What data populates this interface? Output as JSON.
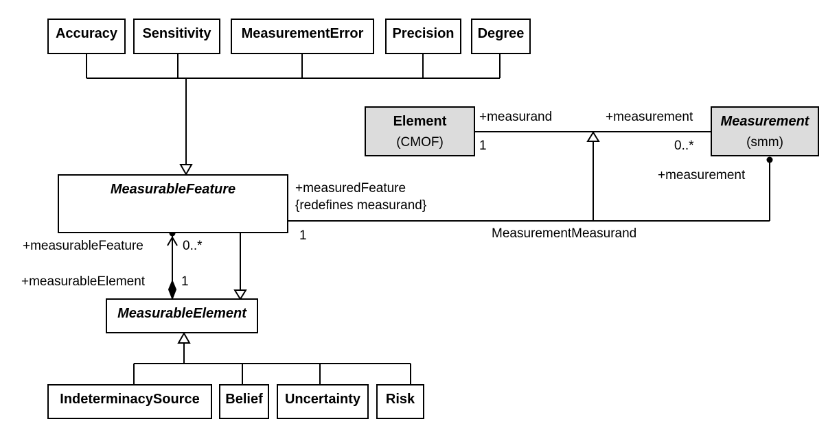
{
  "classes": {
    "accuracy": {
      "name": "Accuracy"
    },
    "sensitivity": {
      "name": "Sensitivity"
    },
    "measurement_error": {
      "name": "MeasurementError"
    },
    "precision": {
      "name": "Precision"
    },
    "degree": {
      "name": "Degree"
    },
    "element": {
      "name": "Element",
      "stereotype": "(CMOF)"
    },
    "measurement": {
      "name": "Measurement",
      "stereotype": "(smm)"
    },
    "measurable_feature": {
      "name": "MeasurableFeature"
    },
    "measurable_element": {
      "name": "MeasurableElement"
    },
    "indeterminacy_source": {
      "name": "IndeterminacySource"
    },
    "belief": {
      "name": "Belief"
    },
    "uncertainty": {
      "name": "Uncertainty"
    },
    "risk": {
      "name": "Risk"
    }
  },
  "labels": {
    "measurand_role": "+measurand",
    "measurand_mult": "1",
    "measurement_role_top": "+measurement",
    "measurement_mult": "0..*",
    "measurement_role_right": "+measurement",
    "measured_feature_role": "+measuredFeature",
    "measured_feature_constraint": "{redefines measurand}",
    "measured_feature_mult": "1",
    "association_name": "MeasurementMeasurand",
    "measurable_feature_role": "+measurableFeature",
    "measurable_feature_mult": "0..*",
    "measurable_element_role": "+measurableElement",
    "measurable_element_mult": "1"
  }
}
